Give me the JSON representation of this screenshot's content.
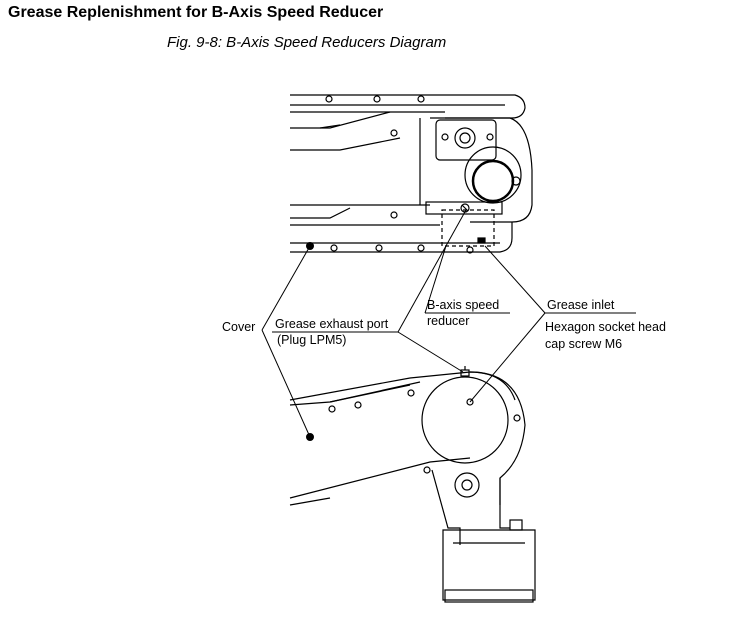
{
  "heading": "Grease Replenishment for B-Axis Speed Reducer",
  "caption": "Fig. 9-8: B-Axis Speed Reducers Diagram",
  "callouts": {
    "cover": "Cover",
    "exhaust_port": "Grease exhaust port",
    "exhaust_plug": "(Plug LPM5)",
    "reducer_line1": "B-axis speed",
    "reducer_line2": "reducer",
    "grease_inlet": "Grease inlet",
    "inlet_line1": "Hexagon socket head",
    "inlet_line2": "cap screw M6"
  }
}
